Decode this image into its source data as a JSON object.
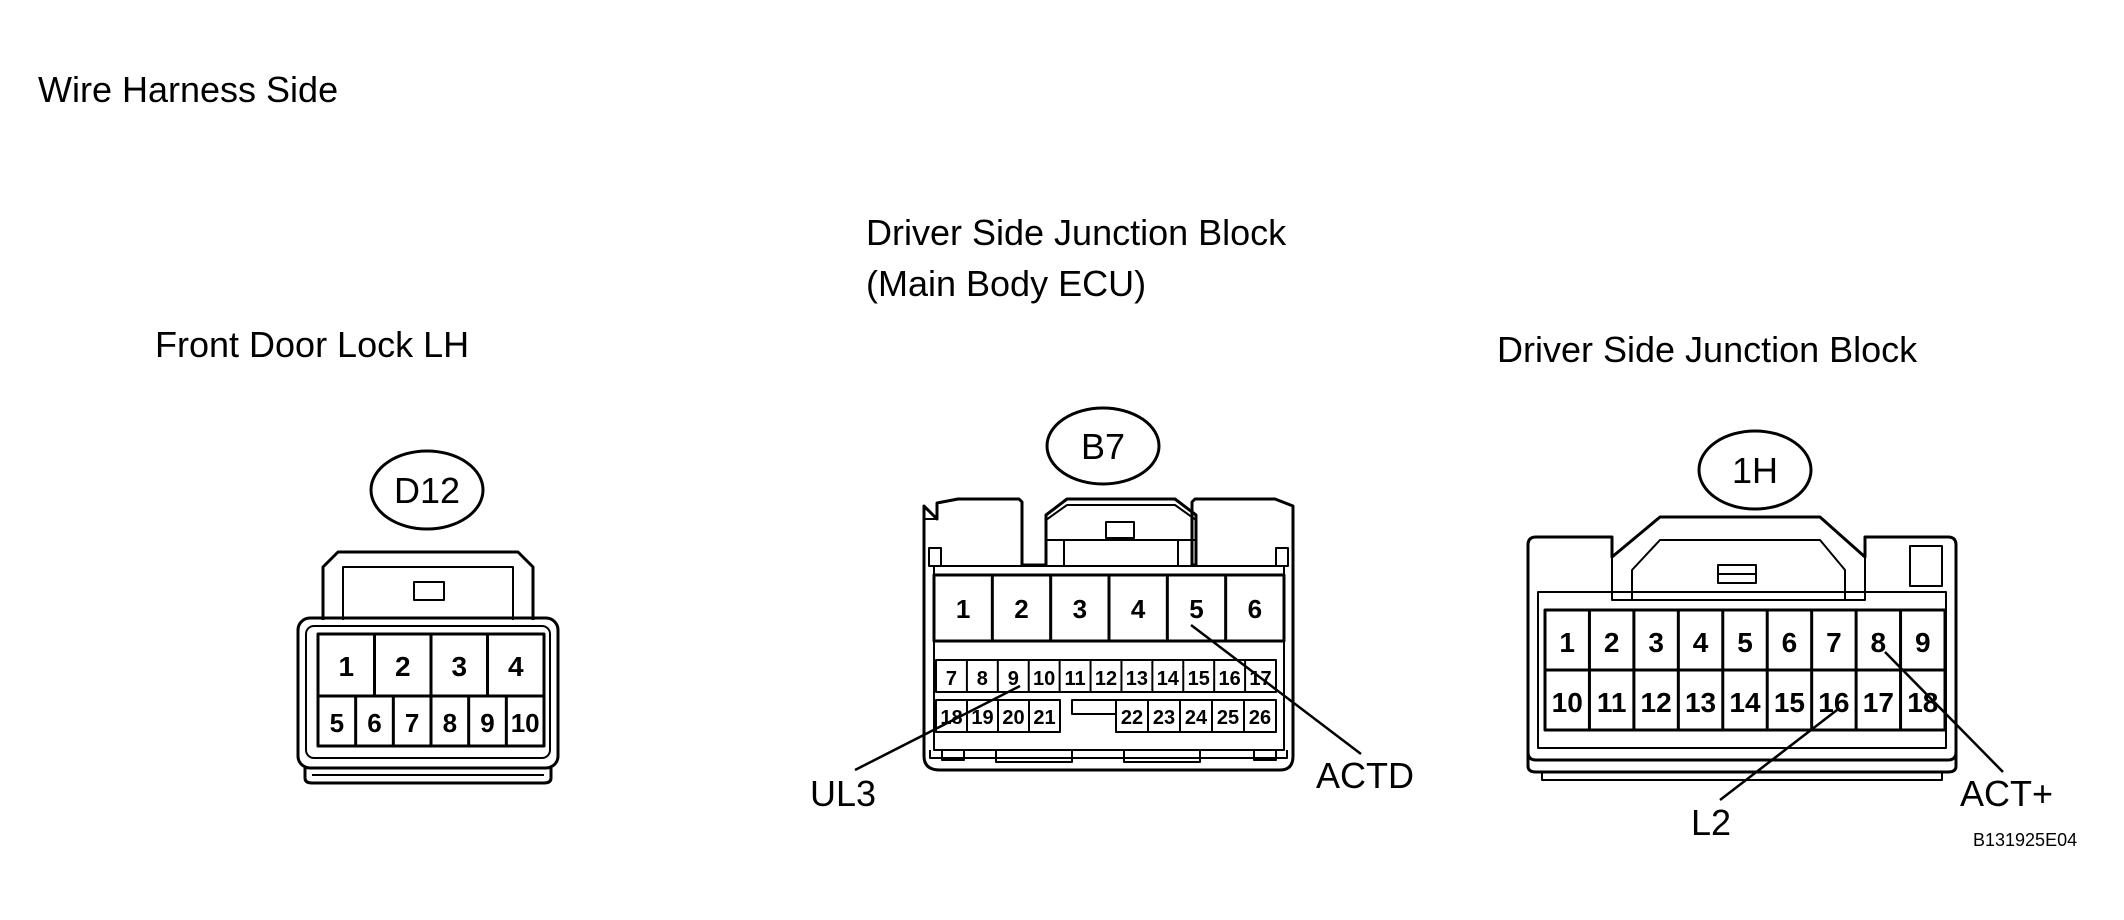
{
  "header": {
    "title": "Wire Harness Side"
  },
  "connectors": {
    "d12": {
      "title": "Front Door Lock LH",
      "code": "D12",
      "row1": [
        "1",
        "2",
        "3",
        "4"
      ],
      "row2": [
        "5",
        "6",
        "7",
        "8",
        "9",
        "10"
      ]
    },
    "b7": {
      "title_line1": "Driver Side Junction Block",
      "title_line2": "(Main Body ECU)",
      "code": "B7",
      "row1": [
        "1",
        "2",
        "3",
        "4",
        "5",
        "6"
      ],
      "row2": [
        "7",
        "8",
        "9",
        "10",
        "11",
        "12",
        "13",
        "14",
        "15",
        "16",
        "17"
      ],
      "row3_left": [
        "18",
        "19",
        "20",
        "21"
      ],
      "row3_right": [
        "22",
        "23",
        "24",
        "25",
        "26"
      ],
      "callouts": {
        "left": "UL3",
        "right": "ACTD"
      }
    },
    "h1": {
      "title": "Driver Side Junction Block",
      "code": "1H",
      "row1": [
        "1",
        "2",
        "3",
        "4",
        "5",
        "6",
        "7",
        "8",
        "9"
      ],
      "row2": [
        "10",
        "11",
        "12",
        "13",
        "14",
        "15",
        "16",
        "17",
        "18"
      ],
      "callouts": {
        "bottom": "L2",
        "right": "ACT+"
      }
    }
  },
  "figure_code": "B131925E04"
}
